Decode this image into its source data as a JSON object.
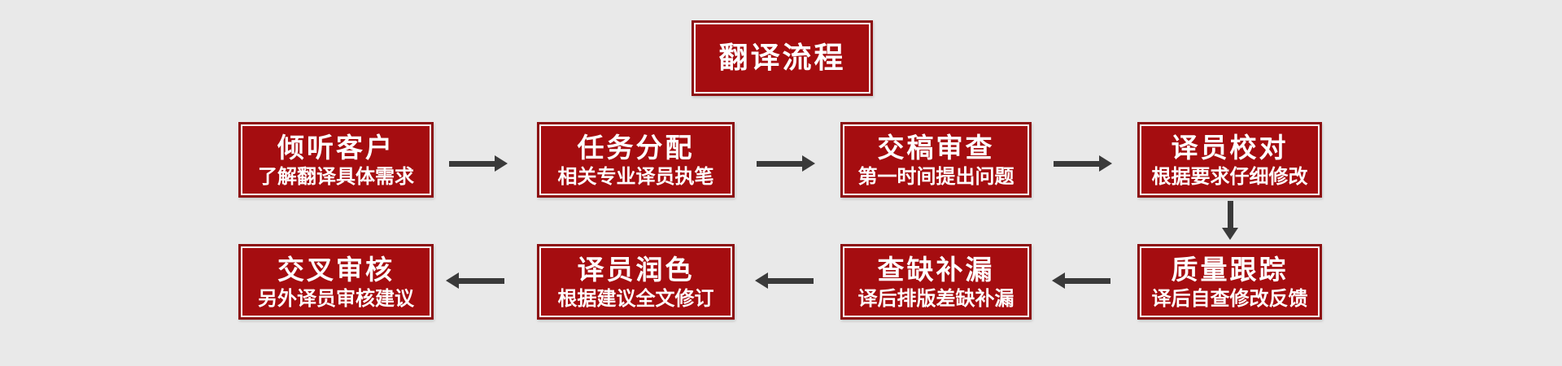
{
  "page": {
    "background": "#E9E9E9"
  },
  "colors": {
    "box_fill": "#A50D10",
    "box_border": "#8C0E10",
    "inner_line": "#FFFFFF",
    "arrow": "#3A3A3A",
    "text": "#FFFFFF"
  },
  "header": {
    "title": "翻译流程"
  },
  "flow": {
    "row1": [
      {
        "title": "倾听客户",
        "subtitle": "了解翻译具体需求"
      },
      {
        "title": "任务分配",
        "subtitle": "相关专业译员执笔"
      },
      {
        "title": "交稿审查",
        "subtitle": "第一时间提出问题"
      },
      {
        "title": "译员校对",
        "subtitle": "根据要求仔细修改"
      }
    ],
    "row2": [
      {
        "title": "交叉审核",
        "subtitle": "另外译员审核建议"
      },
      {
        "title": "译员润色",
        "subtitle": "根据建议全文修订"
      },
      {
        "title": "查缺补漏",
        "subtitle": "译后排版差缺补漏"
      },
      {
        "title": "质量跟踪",
        "subtitle": "译后自查修改反馈"
      }
    ],
    "arrows": {
      "row1_direction": "right",
      "connector_direction": "down",
      "row2_direction": "left"
    }
  }
}
